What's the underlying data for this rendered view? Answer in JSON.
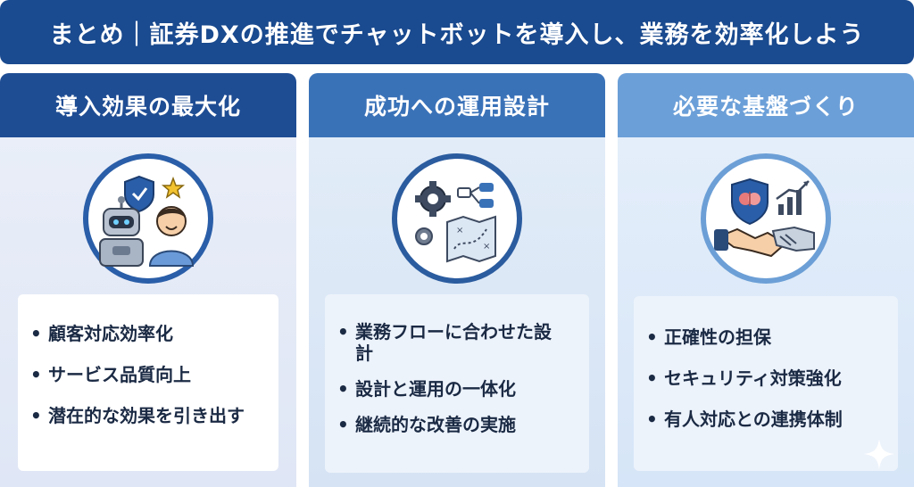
{
  "header": {
    "title": "まとめ｜証券DXの推進でチャットボットを導入し、業務を効率化しよう"
  },
  "columns": [
    {
      "title": "導入効果の最大化",
      "icon": "robot-and-person-icon",
      "items": [
        "顧客対応効率化",
        "サービス品質向上",
        "潜在的な効果を引き出す"
      ]
    },
    {
      "title": "成功への運用設計",
      "icon": "gears-and-flowchart-icon",
      "items": [
        "業務フローに合わせた設計",
        "設計と運用の一体化",
        "継続的な改善の実施"
      ]
    },
    {
      "title": "必要な基盤づくり",
      "icon": "shield-brain-handshake-icon",
      "items": [
        "正確性の担保",
        "セキュリティ対策強化",
        "有人対応との連携体制"
      ]
    }
  ],
  "colors": {
    "header": "#1a4a8f",
    "col1": "#1f4d94",
    "col2": "#3a72b8",
    "col3": "#6b9fd8"
  }
}
